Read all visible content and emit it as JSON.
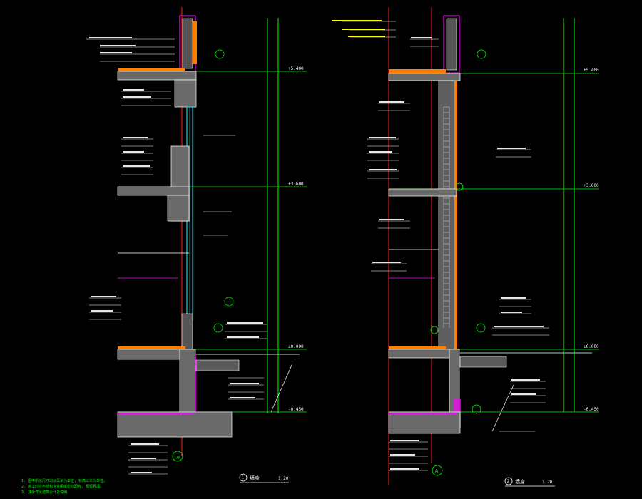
{
  "colors": {
    "background": "#000000",
    "structure_line": "#ffffff",
    "axis_line": "#ff2020",
    "dimension_line": "#00ff00",
    "annotation_text": "#ffffff",
    "magenta_layer": "#ff00ff",
    "cyan_glass": "#00ffff",
    "yellow_text": "#ffff00",
    "orange_insulation": "#ff8000",
    "hatch_fill": "#7a7a7a"
  },
  "drawing_left": {
    "title_number": "1",
    "title_text": "墙身",
    "title_scale": "1:20",
    "axis_bubble": "1/A",
    "level_tags": [
      "+5.400",
      "+3.600",
      "±0.000",
      "-0.450"
    ],
    "notes": [
      "1. 图中所示尺寸均以毫米为单位, 标高以米为单位。",
      "2. 施工时应与结构专业图纸密切配合, 预留预埋。",
      "3. 其余详见建筑设计总说明。"
    ]
  },
  "drawing_right": {
    "title_number": "2",
    "title_text": "墙身",
    "title_scale": "1:20",
    "axis_bubble": "A",
    "level_tags": [
      "+5.400",
      "+3.600",
      "±0.000",
      "-0.450"
    ]
  }
}
